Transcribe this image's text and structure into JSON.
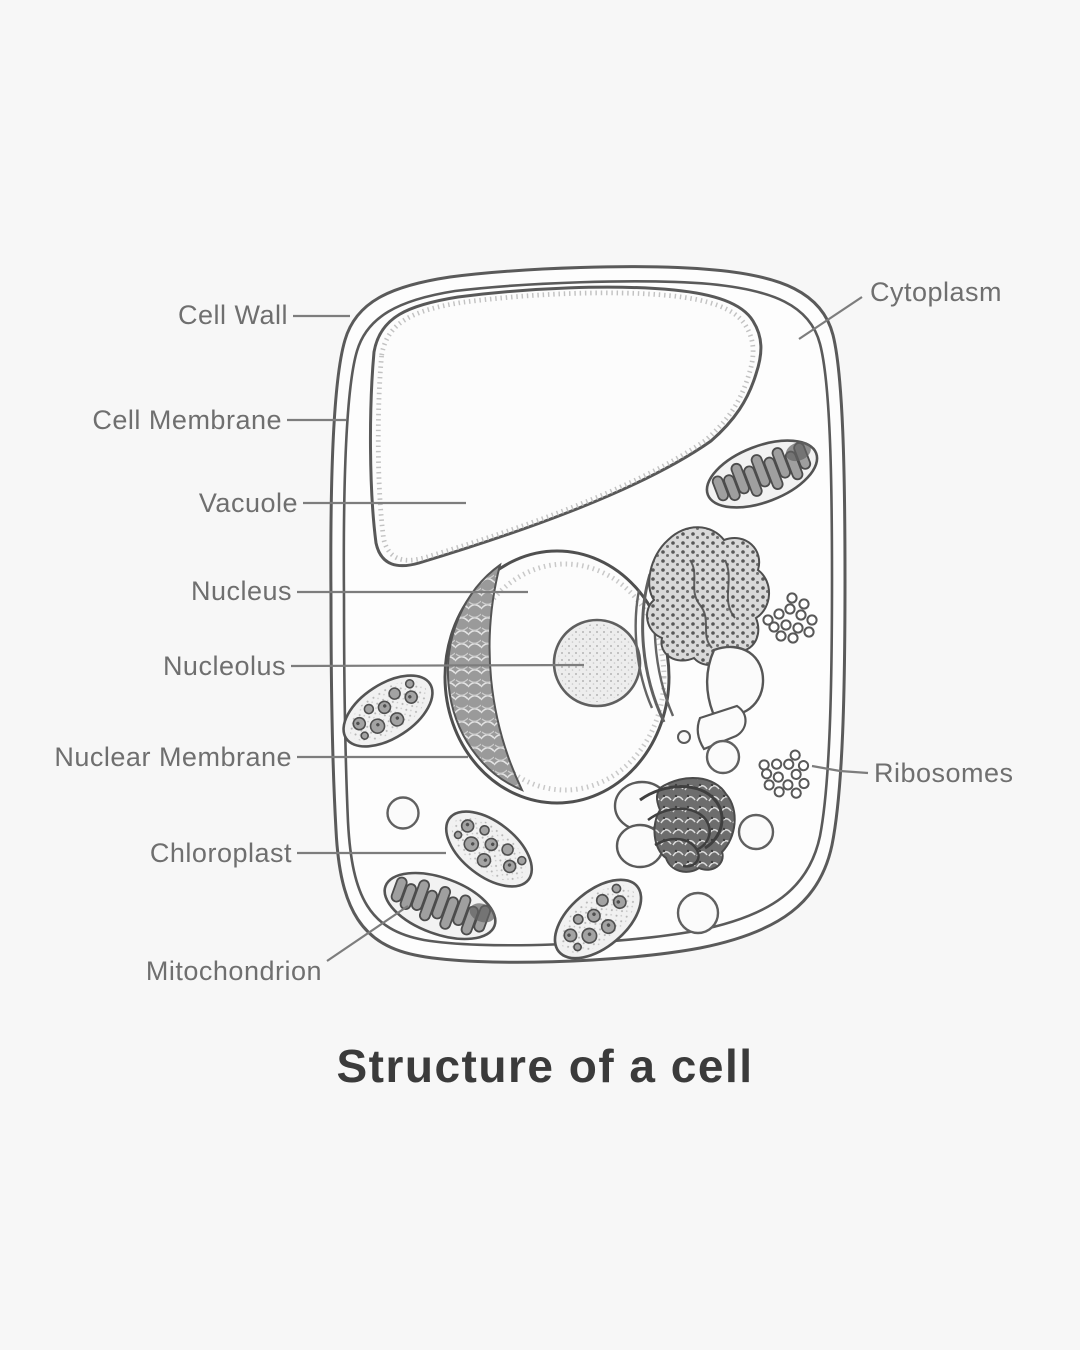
{
  "title": "Structure of a cell",
  "diagram": {
    "labels": {
      "cell_wall": "Cell Wall",
      "cell_membrane": "Cell Membrane",
      "vacuole": "Vacuole",
      "nucleus": "Nucleus",
      "nucleolus": "Nucleolus",
      "nuclear_membrane": "Nuclear Membrane",
      "chloroplast": "Chloroplast",
      "mitochondrion": "Mitochondrion",
      "cytoplasm": "Cytoplasm",
      "ribosomes": "Ribosomes"
    },
    "colors": {
      "background": "#f7f7f7",
      "outline": "#555555",
      "leader_line": "#7d7d7d",
      "label_text": "#6f6f6f",
      "title_text": "#3b3b3b"
    }
  }
}
